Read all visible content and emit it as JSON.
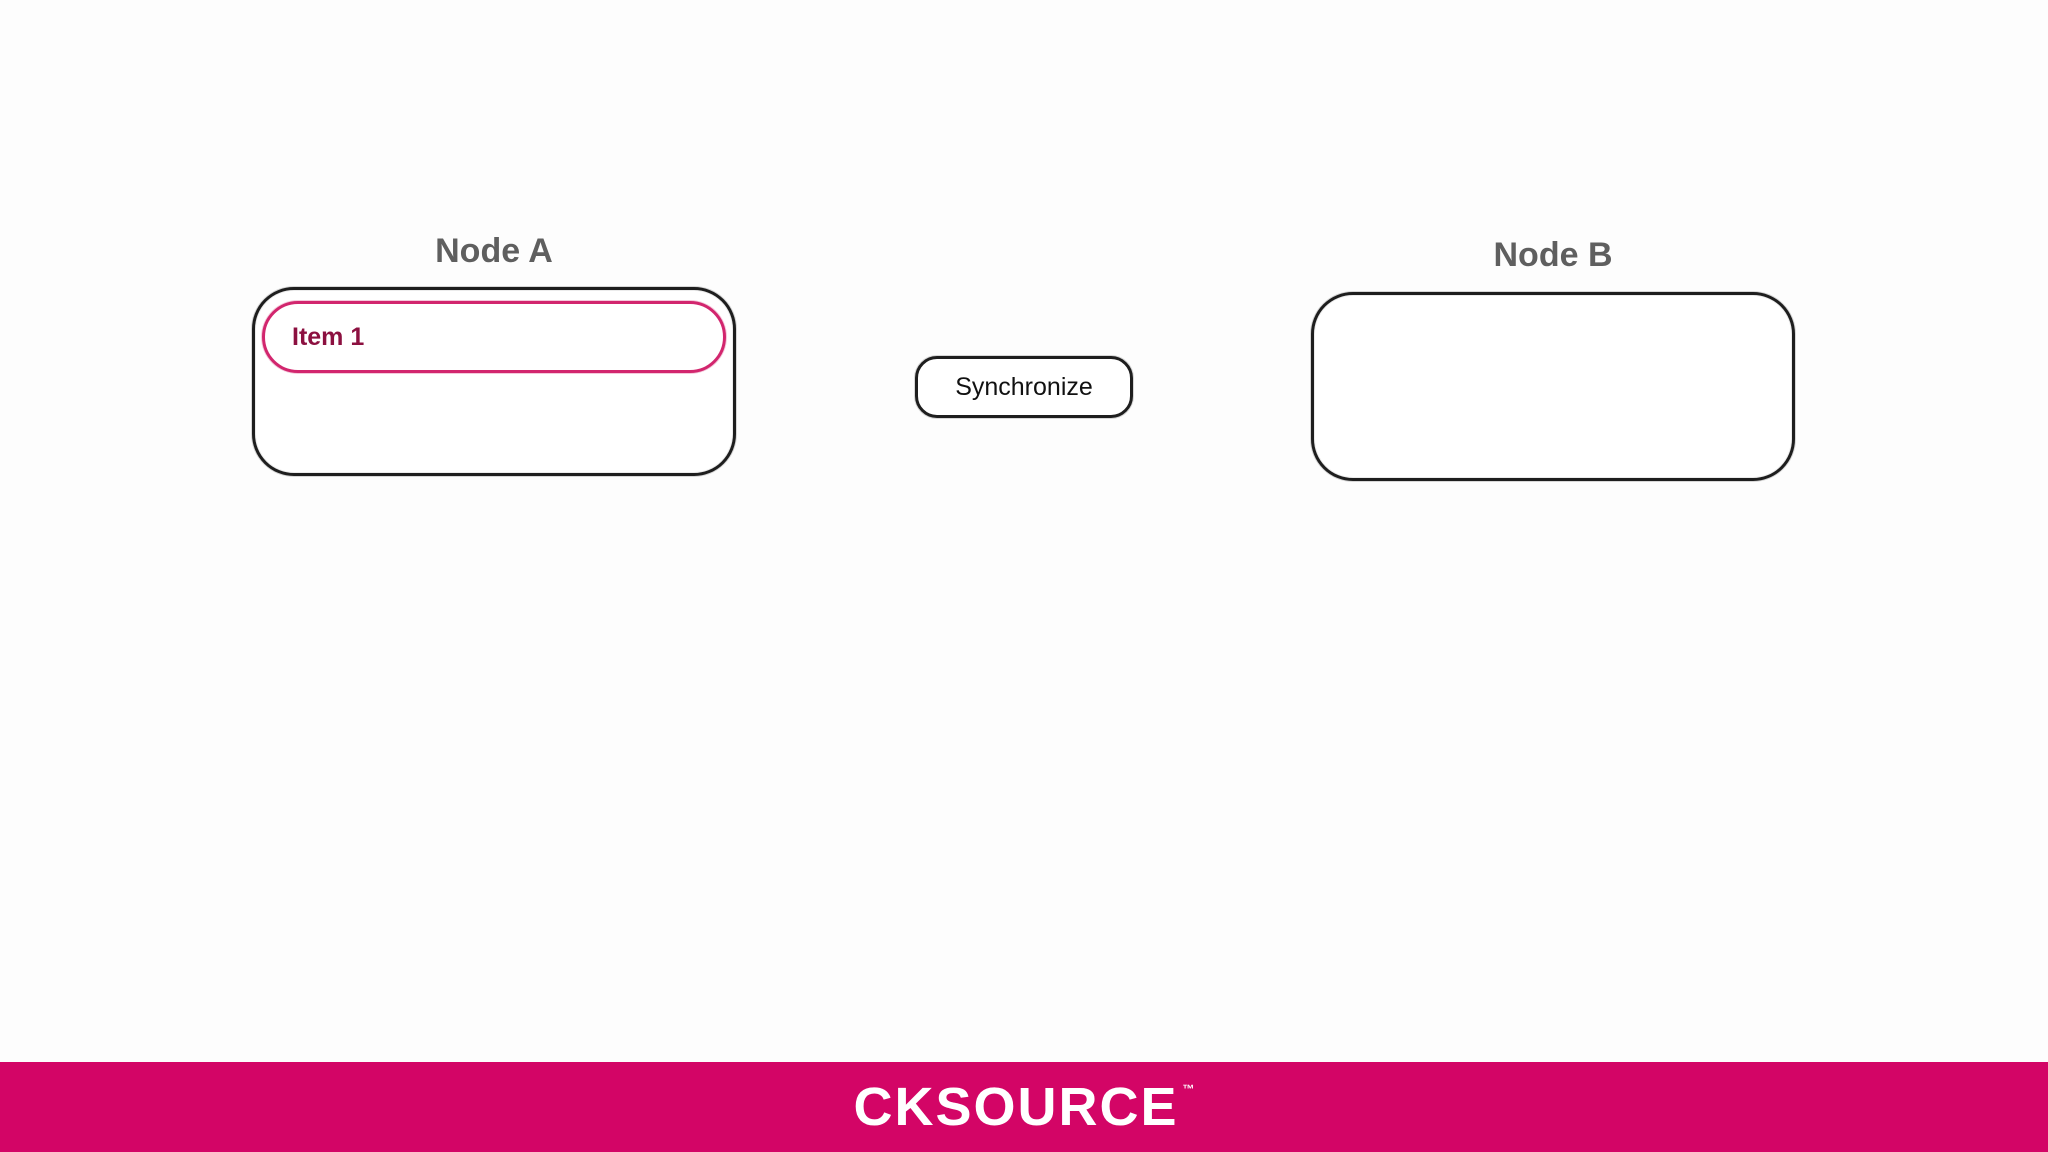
{
  "diagram": {
    "node_a": {
      "title": "Node A",
      "items": [
        {
          "label": "Item 1"
        }
      ]
    },
    "node_b": {
      "title": "Node B",
      "items": []
    },
    "sync_button": {
      "label": "Synchronize"
    }
  },
  "footer": {
    "logo_text": "CKSOURCE",
    "logo_mark": "™",
    "background_color": "#d30566"
  },
  "colors": {
    "accent": "#d2266e",
    "item_text": "#8c1040",
    "node_title": "#5f5f5f",
    "outline": "#1e1e1e"
  }
}
